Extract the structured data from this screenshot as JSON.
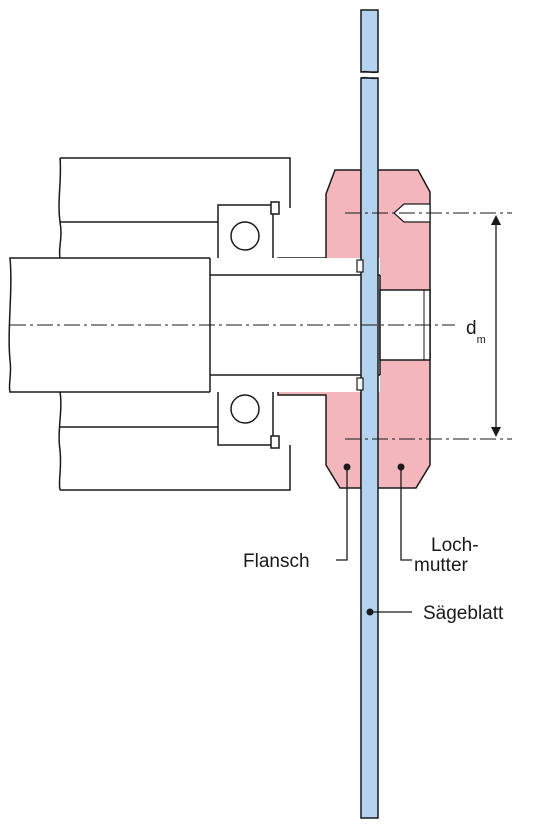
{
  "labels": {
    "flansch": "Flansch",
    "loch_line1": "Loch-",
    "loch_line2": "mutter",
    "saegeblatt": "Sägeblatt",
    "dimension_main": "d",
    "dimension_sub": "m"
  },
  "colors": {
    "blade": "#b3d3ee",
    "flange": "#f4b6bd",
    "line": "#1a1a1a",
    "background": "#ffffff"
  }
}
